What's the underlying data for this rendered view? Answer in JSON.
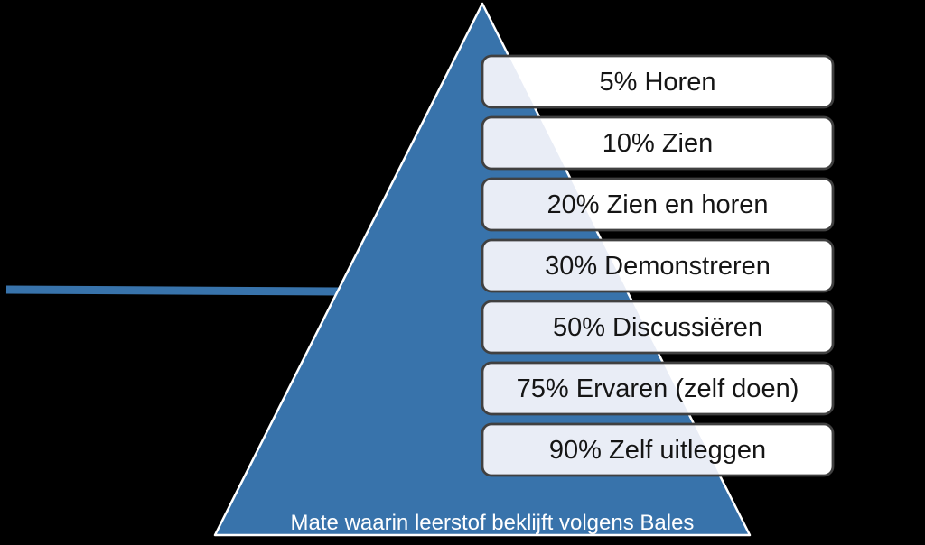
{
  "diagram": {
    "caption": "Mate waarin leerstof beklijft volgens Bales",
    "levels": [
      {
        "percent": "5%",
        "method": "Horen",
        "label": "5% Horen"
      },
      {
        "percent": "10%",
        "method": "Zien",
        "label": "10% Zien"
      },
      {
        "percent": "20%",
        "method": "Zien en horen",
        "label": "20% Zien en horen"
      },
      {
        "percent": "30%",
        "method": "Demonstreren",
        "label": "30% Demonstreren"
      },
      {
        "percent": "50%",
        "method": "Discussiëren",
        "label": "50% Discussiëren"
      },
      {
        "percent": "75%",
        "method": "Ervaren (zelf doen)",
        "label": "75% Ervaren (zelf doen)"
      },
      {
        "percent": "90%",
        "method": "Zelf uitleggen",
        "label": "90% Zelf uitleggen"
      }
    ],
    "colors": {
      "background": "#000000",
      "pyramid_blue": "#3873ab",
      "pyramid_outline": "#ffffff",
      "box_fill": "#ffffff",
      "box_overlay_tint": "#e9edf6",
      "box_border": "#404040",
      "label_text": "#151515",
      "caption_text": "#ffffff"
    }
  }
}
